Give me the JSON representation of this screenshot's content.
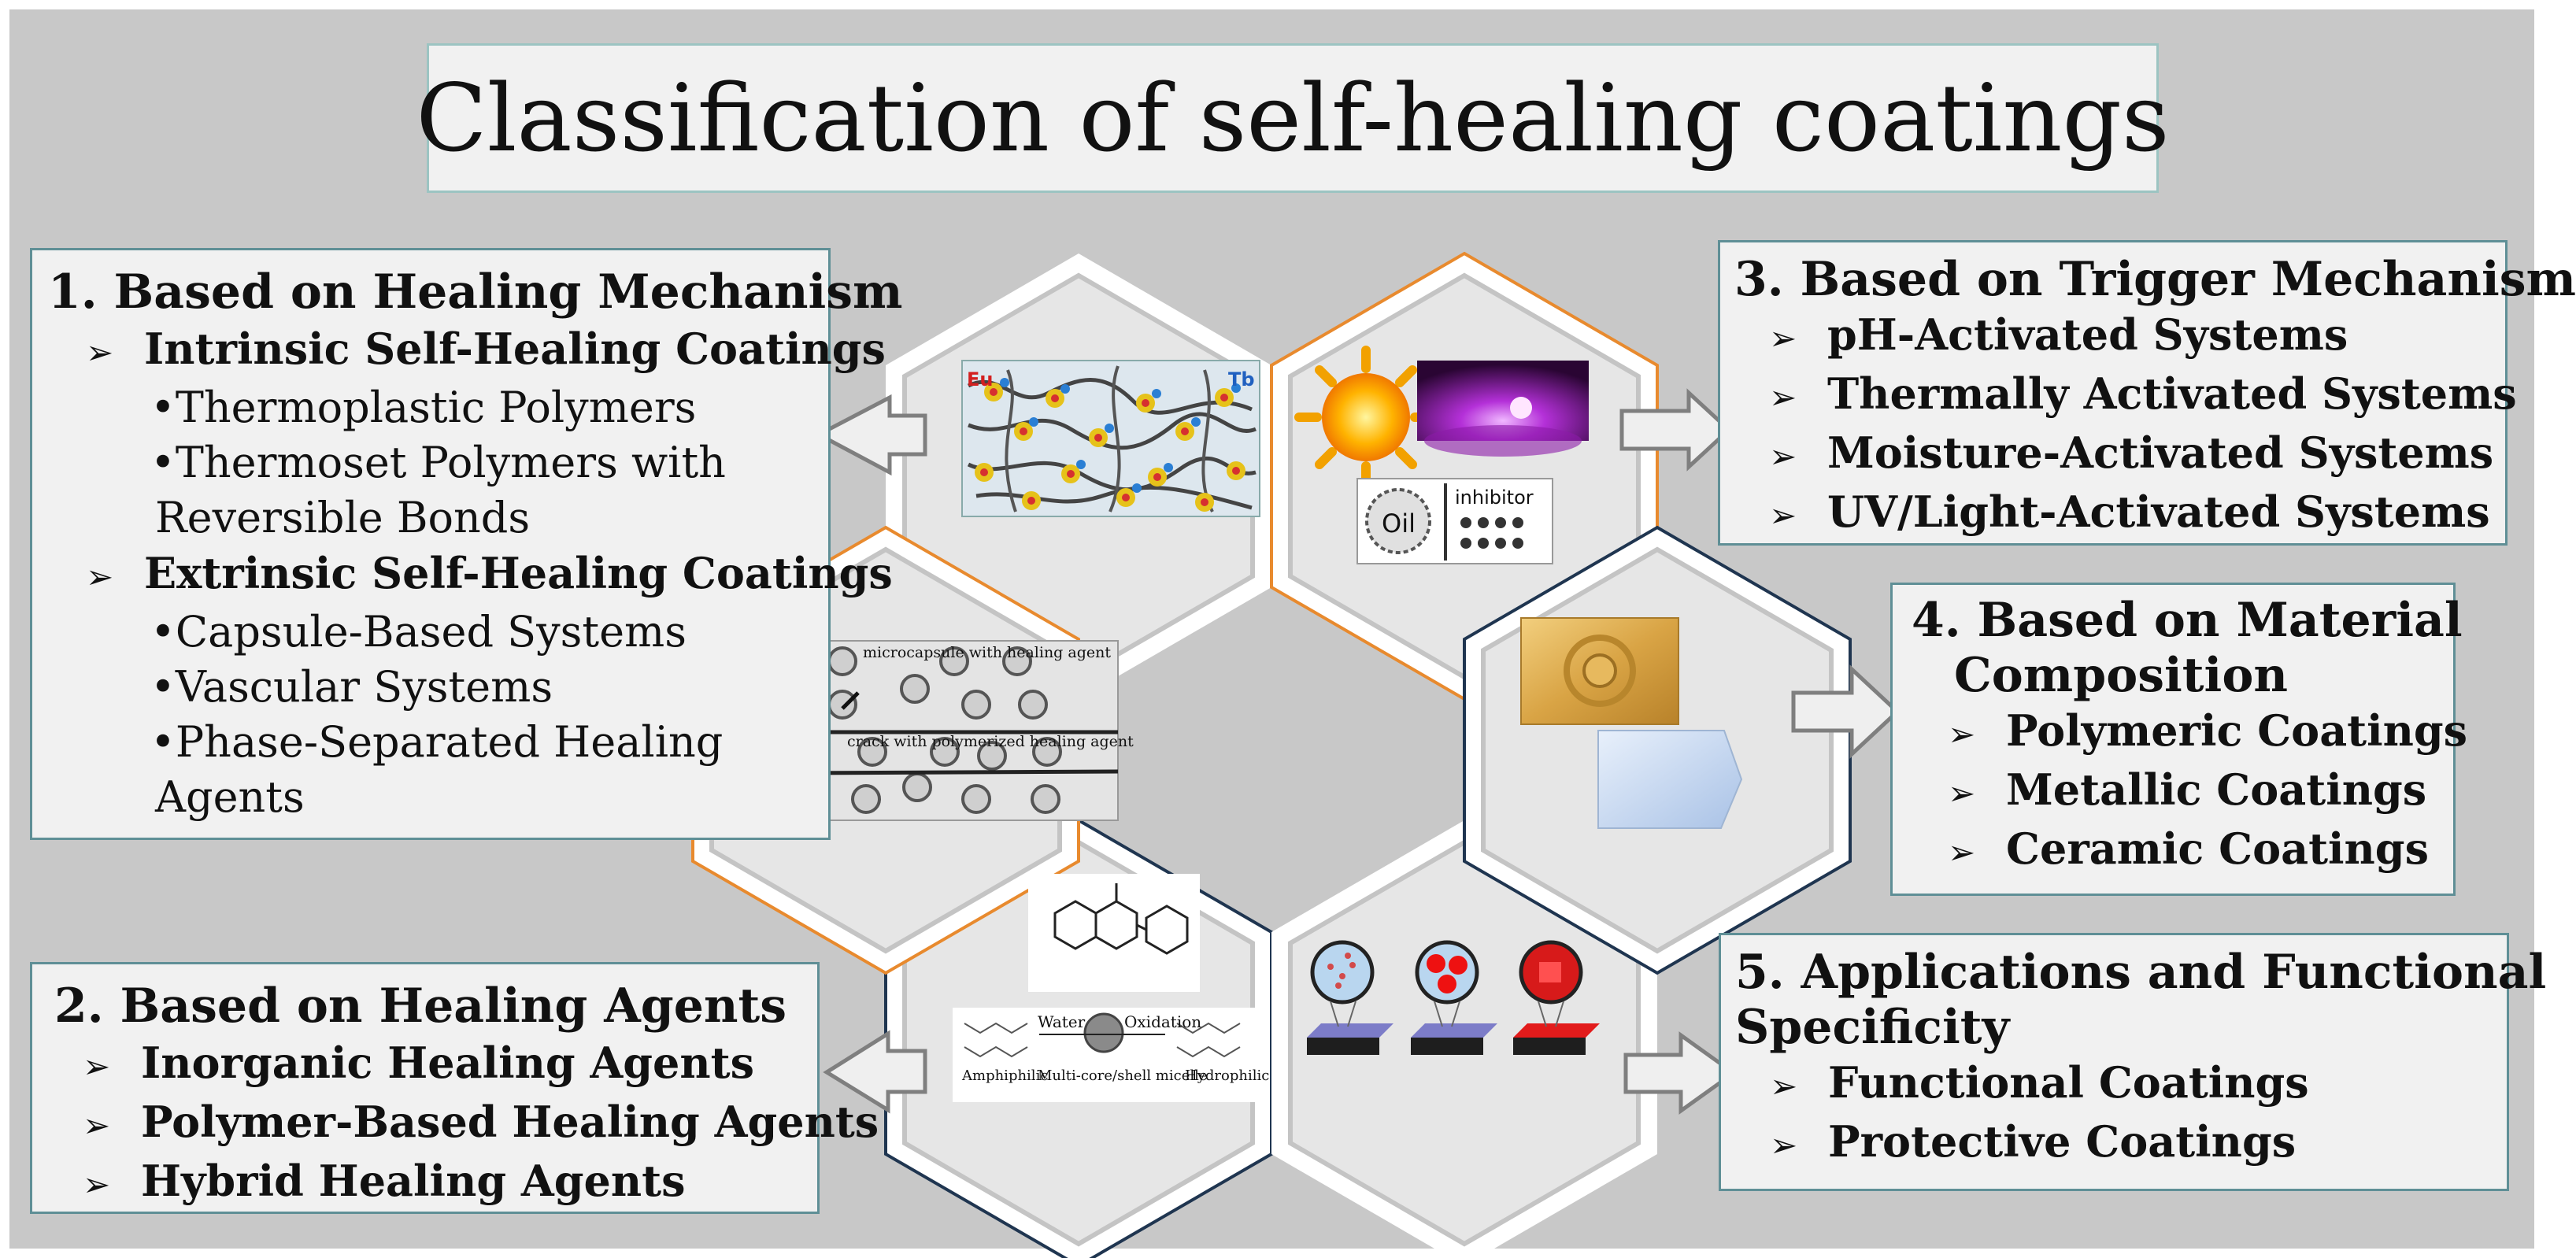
{
  "title": "Classification of self-healing coatings",
  "panels": {
    "p1": {
      "heading": "1. Based on Healing Mechanism",
      "intrinsic": "Intrinsic Self-Healing Coatings",
      "intrinsic_items": [
        "•Thermoplastic Polymers",
        "•Thermoset Polymers with",
        "Reversible Bonds"
      ],
      "extrinsic": "Extrinsic Self-Healing Coatings",
      "extrinsic_items": [
        "•Capsule-Based Systems",
        "•Vascular Systems",
        "•Phase-Separated Healing",
        "Agents"
      ]
    },
    "p2": {
      "heading": "2. Based on Healing Agents",
      "items": [
        "Inorganic Healing Agents",
        "Polymer-Based Healing Agents",
        "Hybrid Healing Agents"
      ]
    },
    "p3": {
      "heading": "3. Based on Trigger Mechanism",
      "items": [
        "pH-Activated Systems",
        "Thermally Activated Systems",
        "Moisture-Activated Systems",
        "UV/Light-Activated Systems"
      ]
    },
    "p4": {
      "heading_1": "4. Based on Material",
      "heading_2": "Composition",
      "items": [
        "Polymeric Coatings",
        "Metallic Coatings",
        "Ceramic Coatings"
      ]
    },
    "p5": {
      "heading_1": "5. Applications and Functional",
      "heading_2": "Specificity",
      "items": [
        "Functional Coatings",
        "Protective Coatings"
      ]
    }
  },
  "figure_labels": {
    "eu": "Eu",
    "tb": "Tb",
    "oil": "Oil",
    "inhibitor": "inhibitor",
    "microcapsule": "microcapsule with healing agent",
    "crack": "crack with polymerized healing agent",
    "water": "Water",
    "oxidation": "Oxidation",
    "amphiphilic": "Amphiphilic",
    "micelle": "Multi-core/shell micelle",
    "hydrophilic": "Hydrophilic"
  },
  "colors": {
    "background": "#c8c8c8",
    "panel_fill": "#f1f1f1",
    "panel_border": "#5f8f96",
    "hex_orange": "#e88a2e",
    "hex_navy": "#1f3550",
    "arrow_fill": "#efefef",
    "arrow_stroke": "#7f7f7f"
  }
}
